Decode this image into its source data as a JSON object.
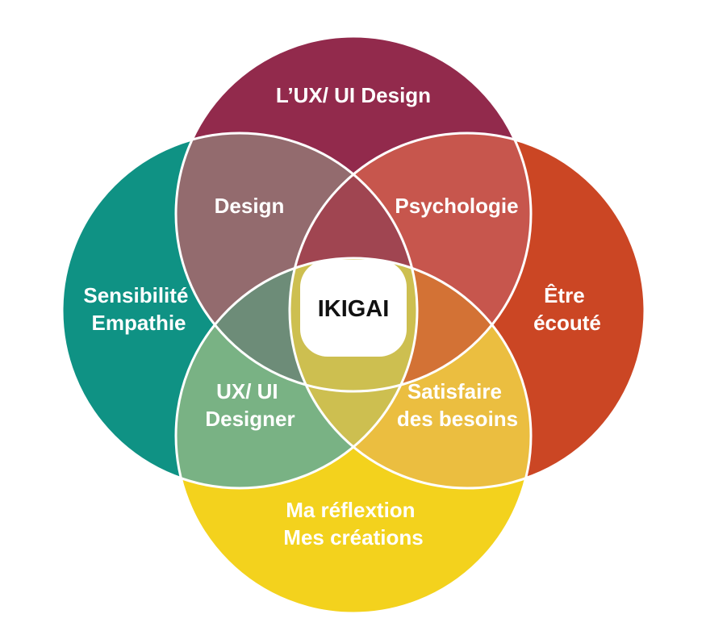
{
  "diagram": {
    "center": {
      "label": "IKIGAI"
    },
    "circles": [
      {
        "key": "top",
        "lines": [
          "L’UX/ UI Design"
        ],
        "color": "#922A4C"
      },
      {
        "key": "left",
        "lines": [
          "Sensibilité",
          "Empathie"
        ],
        "color": "#0F9284"
      },
      {
        "key": "right",
        "lines": [
          "Être",
          "écouté"
        ],
        "color": "#CB4624"
      },
      {
        "key": "bottom",
        "lines": [
          "Ma réflextion",
          "Mes créations"
        ],
        "color": "#F3D21D"
      }
    ],
    "overlaps": [
      {
        "key": "top-left",
        "lines": [
          "Design"
        ],
        "color": "#936B6E"
      },
      {
        "key": "top-right",
        "lines": [
          "Psychologie"
        ],
        "color": "#C7564D"
      },
      {
        "key": "left-bottom",
        "lines": [
          "UX/ UI",
          "Designer"
        ],
        "color": "#79B284"
      },
      {
        "key": "right-bottom",
        "lines": [
          "Satisfaire",
          "des besoins"
        ],
        "color": "#EBBE40"
      }
    ],
    "triple_regions": [
      {
        "key": "top-left-right",
        "color": "#A04551"
      },
      {
        "key": "top-left-bottom",
        "color": "#6D8C78"
      },
      {
        "key": "top-right-bottom",
        "color": "#D37235"
      },
      {
        "key": "left-right-bottom",
        "color": "#CDBF50"
      }
    ],
    "outline_color": "#FFFFFF",
    "center_color": "#FFFFFF"
  }
}
